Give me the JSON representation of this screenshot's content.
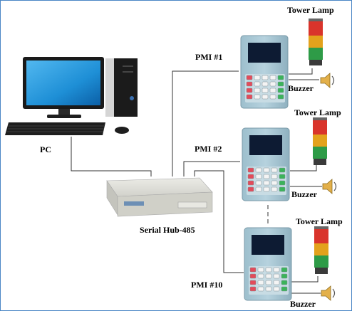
{
  "labels": {
    "pc": "PC",
    "hub": "Serial Hub-485",
    "pmi1": "PMI #1",
    "pmi2": "PMI #2",
    "pmi10": "PMI #10",
    "tower1": "Tower Lamp",
    "tower2": "Tower Lamp",
    "tower3": "Tower Lamp",
    "buzzer1": "Buzzer",
    "buzzer2": "Buzzer",
    "buzzer3": "Buzzer"
  },
  "colors": {
    "frame": "#4a86c5",
    "wire": "#333333",
    "monitor_screen": "#1e8fd6",
    "pmi_body": "#a7c6d4",
    "lamp_red": "#d9342b",
    "lamp_amber": "#e3a21c",
    "lamp_green": "#2e9b47",
    "hub_body": "#d9d9d2"
  }
}
